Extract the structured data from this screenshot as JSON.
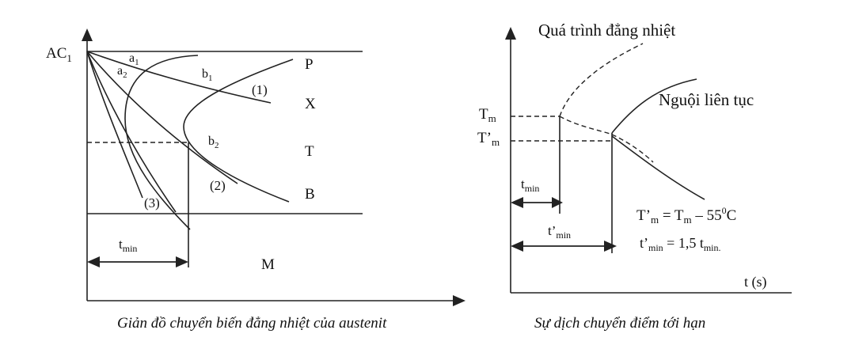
{
  "left": {
    "ac1": "AC",
    "ac1_sub": "1",
    "a1": "a",
    "a1_sub": "1",
    "a2": "a",
    "a2_sub": "2",
    "b1": "b",
    "b1_sub": "1",
    "b2": "b",
    "b2_sub": "2",
    "curve1": "(1)",
    "curve2": "(2)",
    "curve3": "(3)",
    "P": "P",
    "X": "X",
    "T": "T",
    "B": "B",
    "M": "M",
    "tmin": "t",
    "tmin_sub": "min"
  },
  "right": {
    "isothermal": "Quá trình đẳng nhiệt",
    "continuous": "Nguội liên tục",
    "Tm": "T",
    "Tm_sub": "m",
    "Tpm": "T’",
    "Tpm_sub": "m",
    "tmin": "t",
    "tmin_sub": "min",
    "tpmin": "t’",
    "tpmin_sub": "min",
    "eq1_a": "T’",
    "eq1_a_sub": "m",
    "eq1_b": " = T",
    "eq1_b_sub": "m",
    "eq1_c": " – 55",
    "eq1_c_sup": "0",
    "eq1_d": "C",
    "eq2_a": "t’",
    "eq2_a_sub": "min",
    "eq2_b": " = 1,5 t",
    "eq2_b_sub": "min",
    "eq2_c": ".",
    "t_axis": "t (s)"
  },
  "captions": {
    "left": "Giản đồ chuyển biến đẳng nhiệt của austenit",
    "right": "Sự dịch chuyển điểm tới hạn"
  }
}
